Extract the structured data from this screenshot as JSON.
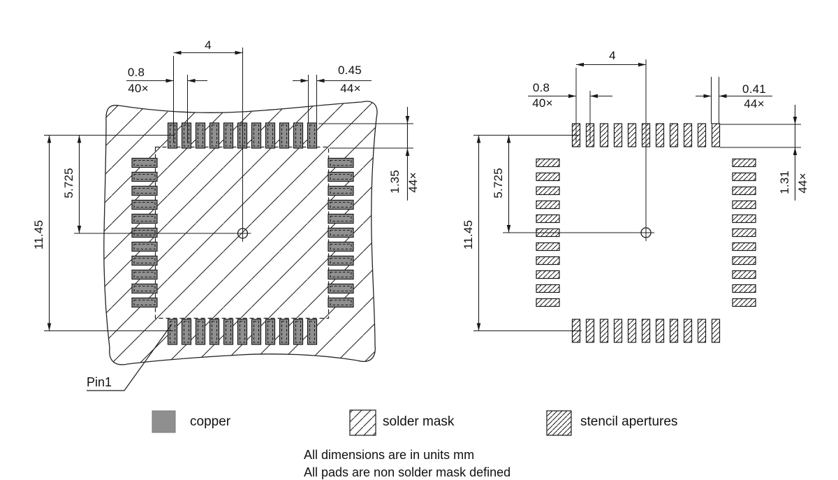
{
  "drawing": {
    "left_view": {
      "dim_center_to_row": "4",
      "pitch_value": "0.8",
      "pitch_count": "40×",
      "pad_width_value": "0.45",
      "pad_width_count": "44×",
      "dim_half_span": "5.725",
      "dim_full_span": "11.45",
      "pad_length_value": "1.35",
      "pad_length_count": "44×",
      "pin1_label": "Pin1"
    },
    "right_view": {
      "dim_center_to_row": "4",
      "pitch_value": "0.8",
      "pitch_count": "40×",
      "aperture_width_value": "0.41",
      "aperture_width_count": "44×",
      "dim_half_span": "5.725",
      "dim_full_span": "11.45",
      "aperture_length_value": "1.31",
      "aperture_length_count": "44×"
    },
    "pads_per_side": 11,
    "legend": {
      "copper_label": "copper",
      "solder_mask_label": "solder mask",
      "stencil_label": "stencil apertures"
    },
    "notes_line1": "All dimensions are in units mm",
    "notes_line2": "All pads are non solder mask defined",
    "colors": {
      "copper": "#8f8f8f",
      "line": "#1a1a1a",
      "background": "#ffffff"
    }
  }
}
